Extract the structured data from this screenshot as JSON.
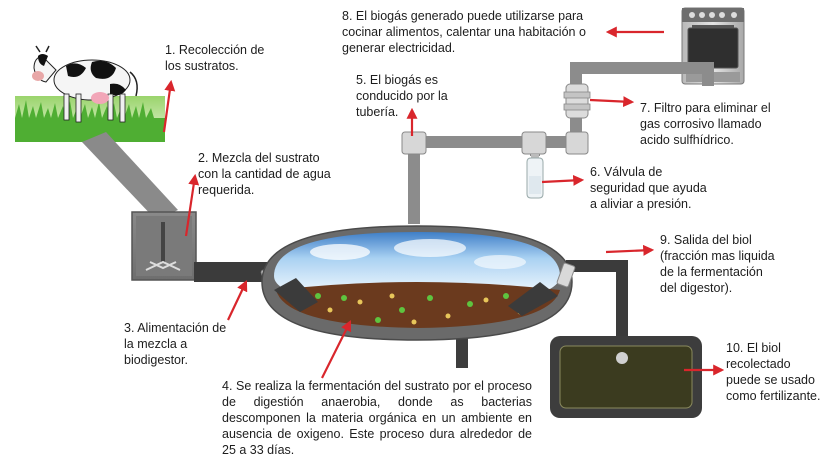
{
  "labels": {
    "step1": "1. Recolección de\nlos sustratos.",
    "step2": "2. Mezcla del sustrato\ncon la cantidad de agua\nrequerida.",
    "step3": "3. Alimentación de\nla mezcla a\nbiodigestor.",
    "step4": "4. Se realiza la fermentación del sustrato por el proceso de digestión anaerobia, donde as bacterias descomponen la materia orgánica en un ambiente en ausencia de oxigeno. Este proceso dura alrededor de 25 a 33 días.",
    "step5": "5. El biogás es\nconducido por la\ntubería.",
    "step6": "6. Válvula de\nseguridad que ayuda\na aliviar a presión.",
    "step7": "7. Filtro para eliminar el\ngas corrosivo llamado\nacido sulfhídrico.",
    "step8": "8. El biogás generado puede utilizarse para\ncocinar alimentos, calentar una habitación o\ngenerar electricidad.",
    "step9": "9. Salida del biol\n(fracción mas liquida\nde la fermentación\ndel digestor).",
    "step10": "10. El biol\nrecolectado\npuede se usado\ncomo fertilizante."
  },
  "colors": {
    "arrow": "#d9262c",
    "pipe": "#8c8c8c",
    "tank_rim": "#6a6a6a",
    "slurry": "#6b3a1e",
    "grass": "#3a9a2a",
    "biol": "#3b3b1f",
    "stove": "#8d8d8d"
  },
  "icons": [
    "cow-icon",
    "stove-icon",
    "safety-valve-icon",
    "filter-icon",
    "mixing-tank-icon",
    "biodigester-icon",
    "biol-tank-icon"
  ]
}
